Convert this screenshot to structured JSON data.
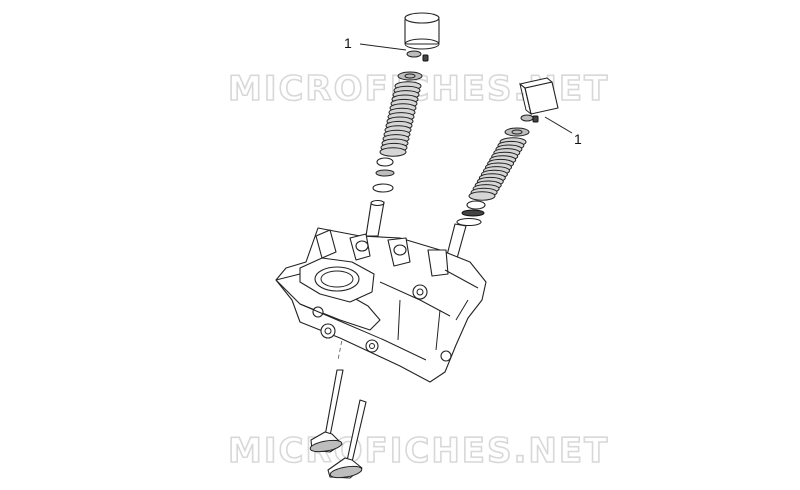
{
  "watermark": {
    "top": "MICROFICHES.NET",
    "bottom": "MICROFICHES.NET"
  },
  "callouts": [
    {
      "label": "1"
    },
    {
      "label": "1"
    }
  ],
  "colors": {
    "line": "#222222",
    "fill_grey": "#bdbdbd",
    "watermark": "#d8d8d8"
  }
}
